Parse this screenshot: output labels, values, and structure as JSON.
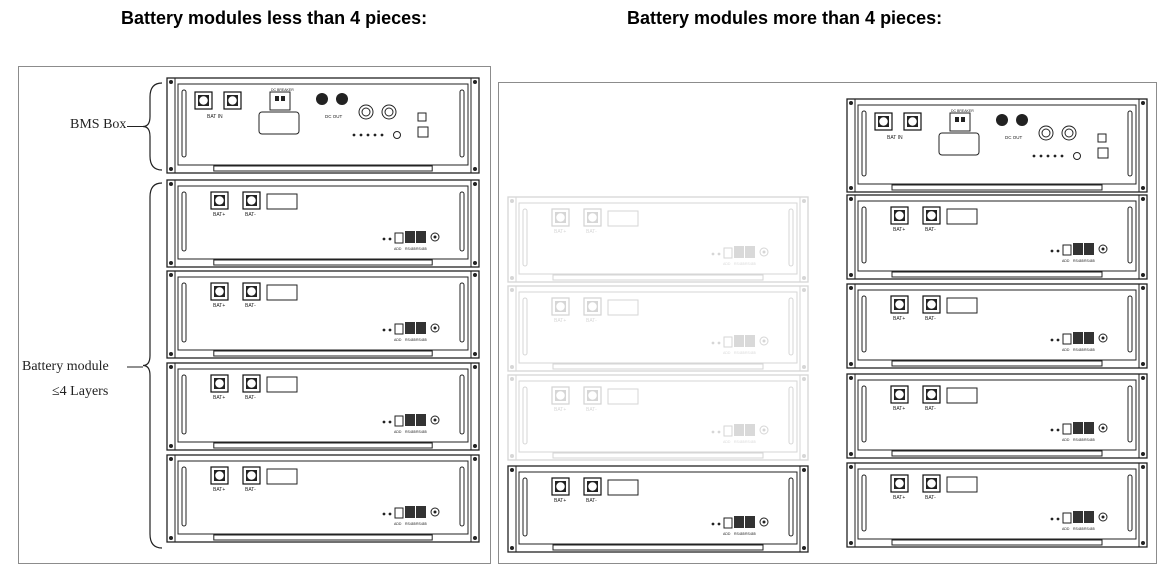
{
  "headings": {
    "left": "Battery modules less than 4 pieces:",
    "right": "Battery modules more than 4 pieces:"
  },
  "annotations": {
    "bms_box": "BMS Box",
    "battery_module_line1": "Battery module",
    "battery_module_line2": "≤4 Layers"
  },
  "bms_unit": {
    "port_label": "BAT IN",
    "dc_label": "DC BREAKER",
    "out_label": "DC OUT"
  },
  "battery_unit": {
    "pos_label": "BAT+",
    "neg_label": "BAT-",
    "port_labels": [
      "ADD",
      "RS485",
      "RS485"
    ]
  },
  "left_stack": {
    "battery_modules": 4,
    "bms_count": 1
  },
  "right_stack": {
    "battery_modules": 4,
    "bms_count": 1,
    "faded_background_modules": 3,
    "front_side_module": 1
  }
}
